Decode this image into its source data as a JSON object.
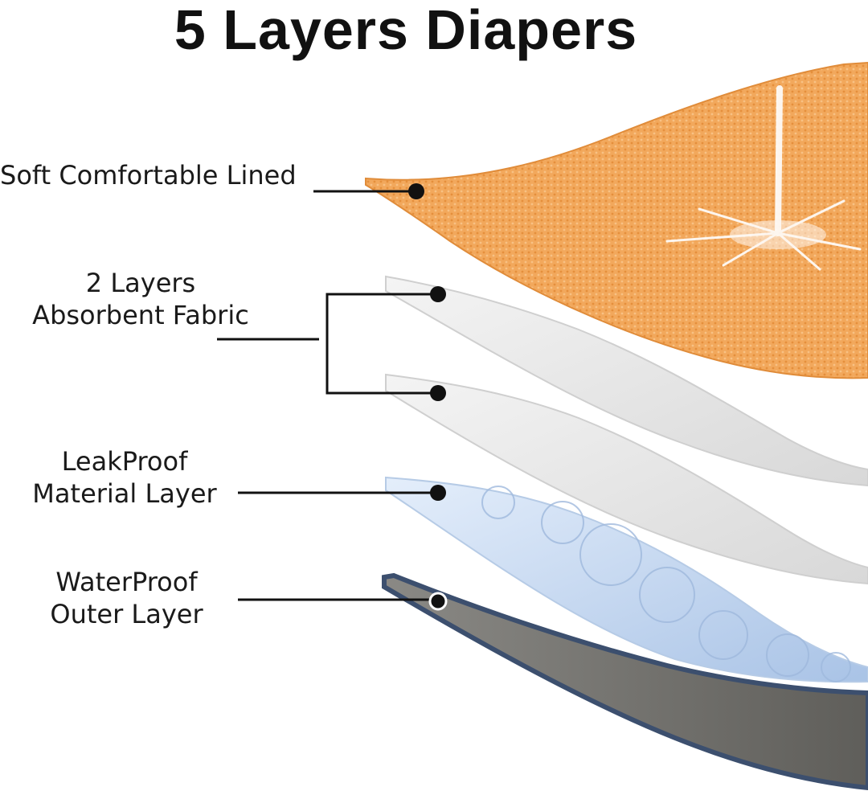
{
  "title": "5 Layers Diapers",
  "labels": {
    "soft": "Soft Comfortable Lined",
    "absorbent_line1": "2 Layers",
    "absorbent_line2": "Absorbent Fabric",
    "leakproof_line1": "LeakProof",
    "leakproof_line2": "Material Layer",
    "waterproof_line1": "WaterProof",
    "waterproof_line2": "Outer Layer"
  },
  "colors": {
    "orange_layer": "#f0a65a",
    "white_layer": "#e9e9e9",
    "blue_layer": "#c9dcf2",
    "gray_layer": "#6f6e6a",
    "navy_edge": "#3c4f6e"
  }
}
